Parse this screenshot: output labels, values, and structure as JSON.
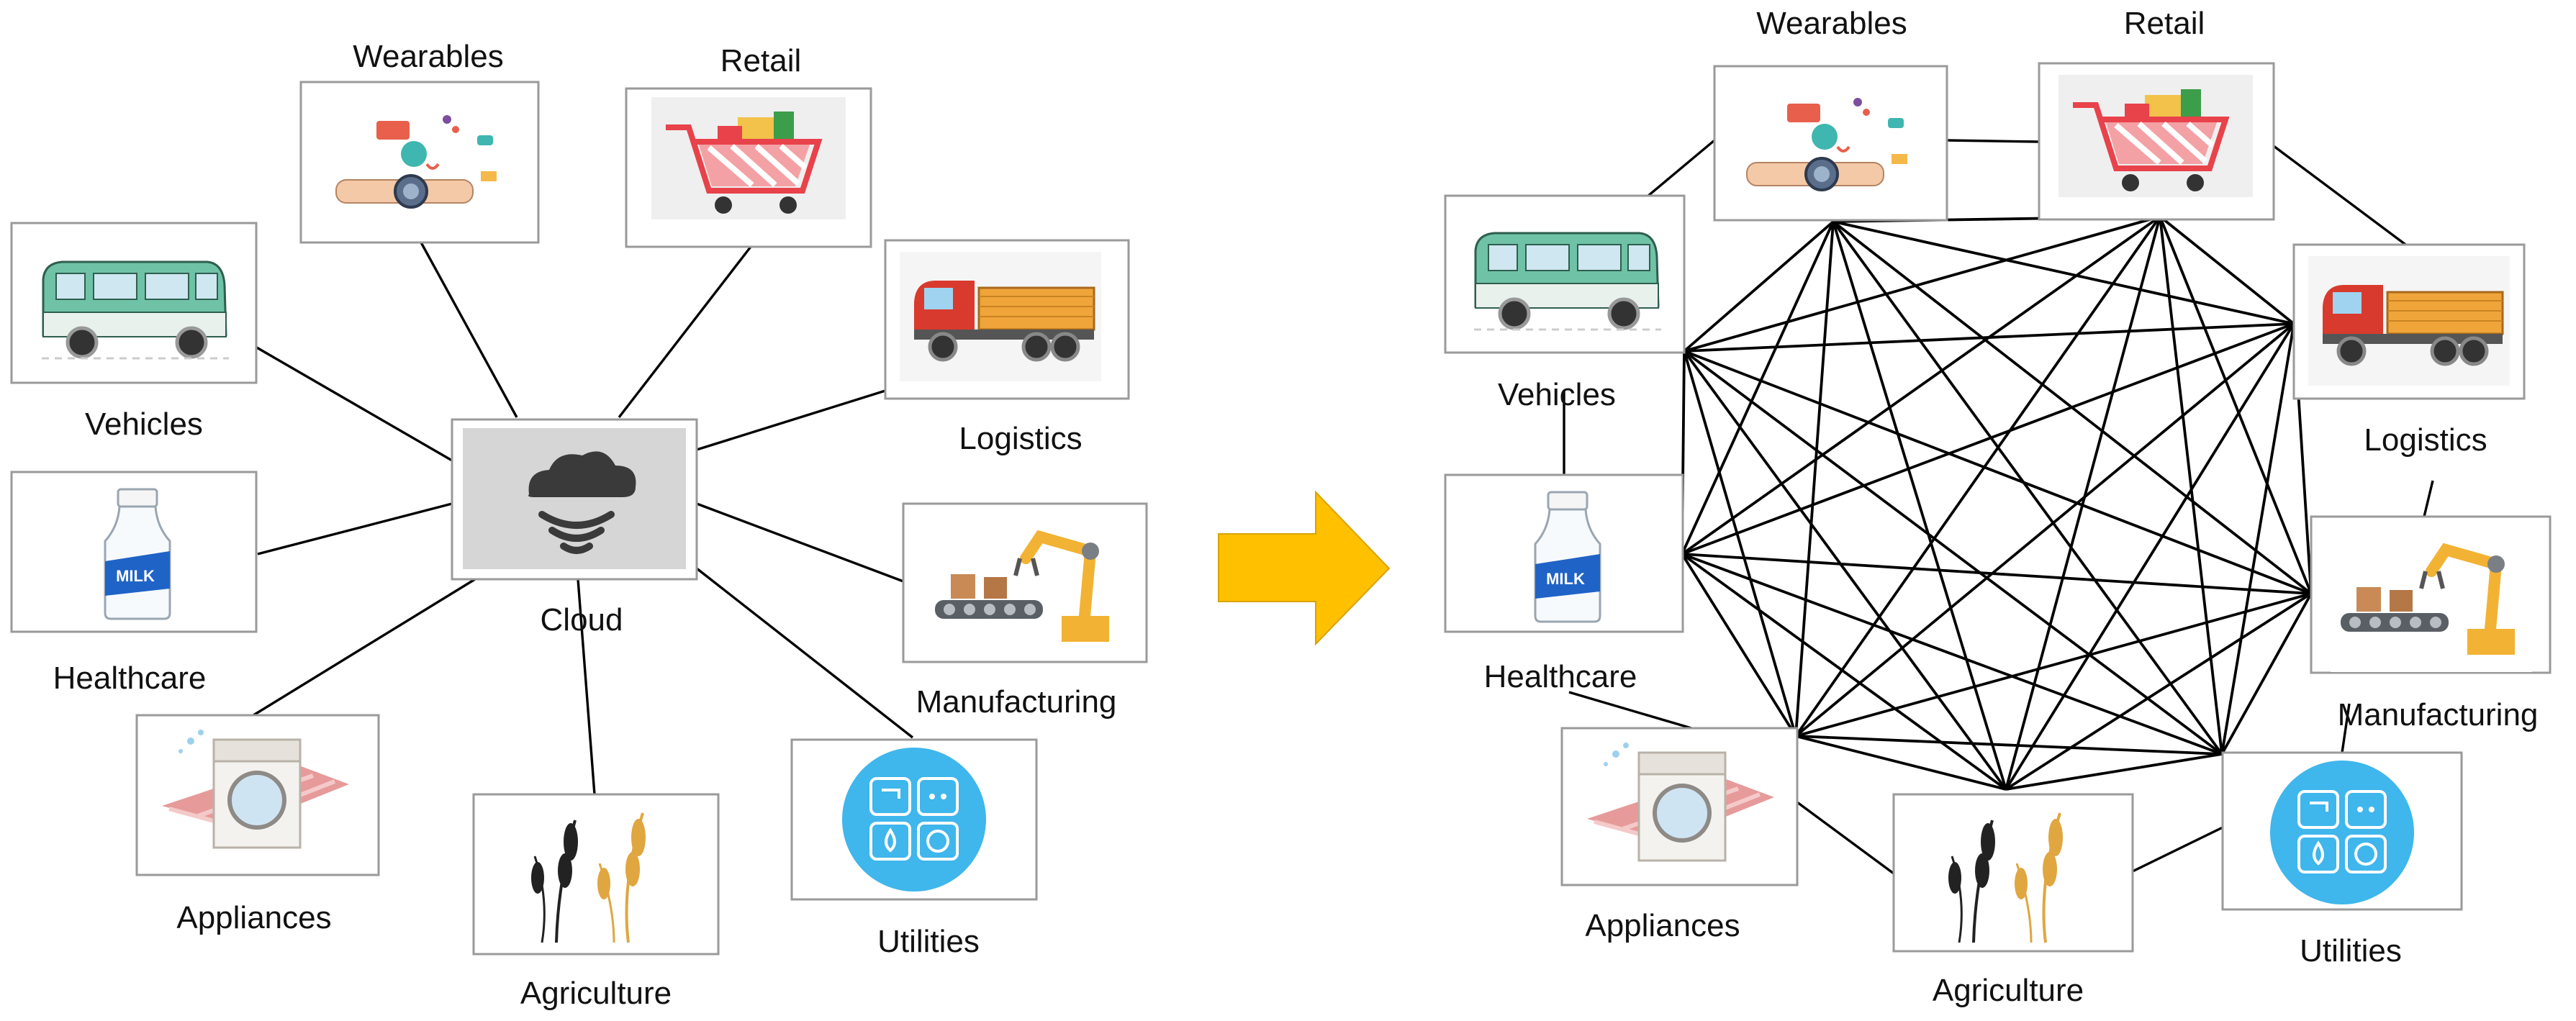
{
  "left_panel": {
    "hub_label": "Cloud",
    "nodes": {
      "wearables": "Wearables",
      "retail": "Retail",
      "vehicles": "Vehicles",
      "logistics": "Logistics",
      "healthcare": "Healthcare",
      "manufacturing": "Manufacturing",
      "appliances": "Appliances",
      "agriculture": "Agriculture",
      "utilities": "Utilities"
    }
  },
  "right_panel": {
    "nodes": {
      "wearables": "Wearables",
      "retail": "Retail",
      "vehicles": "Vehicles",
      "logistics": "Logistics",
      "healthcare": "Healthcare",
      "manufacturing": "Manufacturing",
      "appliances": "Appliances",
      "agriculture": "Agriculture",
      "utilities": "Utilities"
    }
  },
  "icons": {
    "wearables": "smartwatch-icon",
    "retail": "shopping-cart-icon",
    "vehicles": "van-icon",
    "logistics": "truck-icon",
    "healthcare": "milk-bottle-icon",
    "manufacturing": "robot-arm-icon",
    "appliances": "washing-machine-icon",
    "agriculture": "wheat-icon",
    "utilities": "utilities-icon",
    "hub": "cloud-wireless-icon",
    "transition": "right-arrow-icon"
  },
  "colors": {
    "arrow": "#FFC000",
    "van": "#6FC2A6",
    "truck_cab": "#D93A2E",
    "truck_cargo": "#F0A53A",
    "utilities_circle": "#3FB6EC",
    "cart": "#E8424B",
    "cloud_bg": "#D6D6D6",
    "cloud": "#3A3A3A"
  },
  "milk_text": "MILK"
}
